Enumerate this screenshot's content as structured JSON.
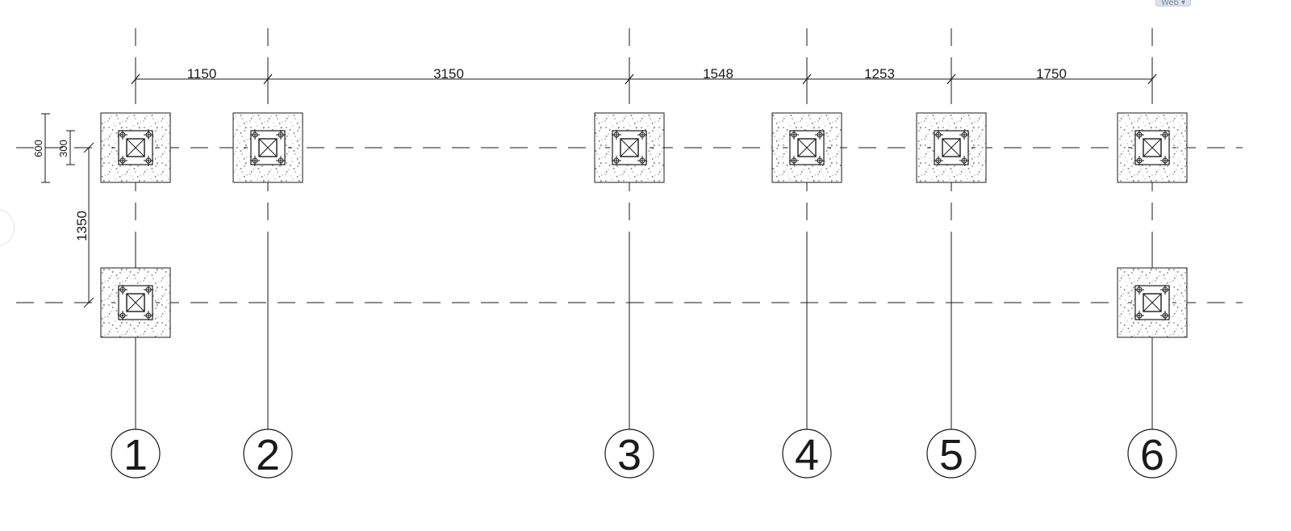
{
  "corner_badge": "Web ▾",
  "grid_axes": [
    {
      "label": "1"
    },
    {
      "label": "2"
    },
    {
      "label": "3"
    },
    {
      "label": "4"
    },
    {
      "label": "5"
    },
    {
      "label": "6"
    }
  ],
  "horizontal_dimensions": [
    "1150",
    "3150",
    "1548",
    "1253",
    "1750"
  ],
  "vertical_dimensions": {
    "overall": "600",
    "half": "300",
    "row_spacing": "1350"
  },
  "footings": {
    "row_1_axes": [
      "1",
      "2",
      "3",
      "4",
      "5",
      "6"
    ],
    "row_2_axes": [
      "1",
      "6"
    ]
  },
  "colors": {
    "line": "#1a1a1a",
    "background": "#ffffff"
  }
}
